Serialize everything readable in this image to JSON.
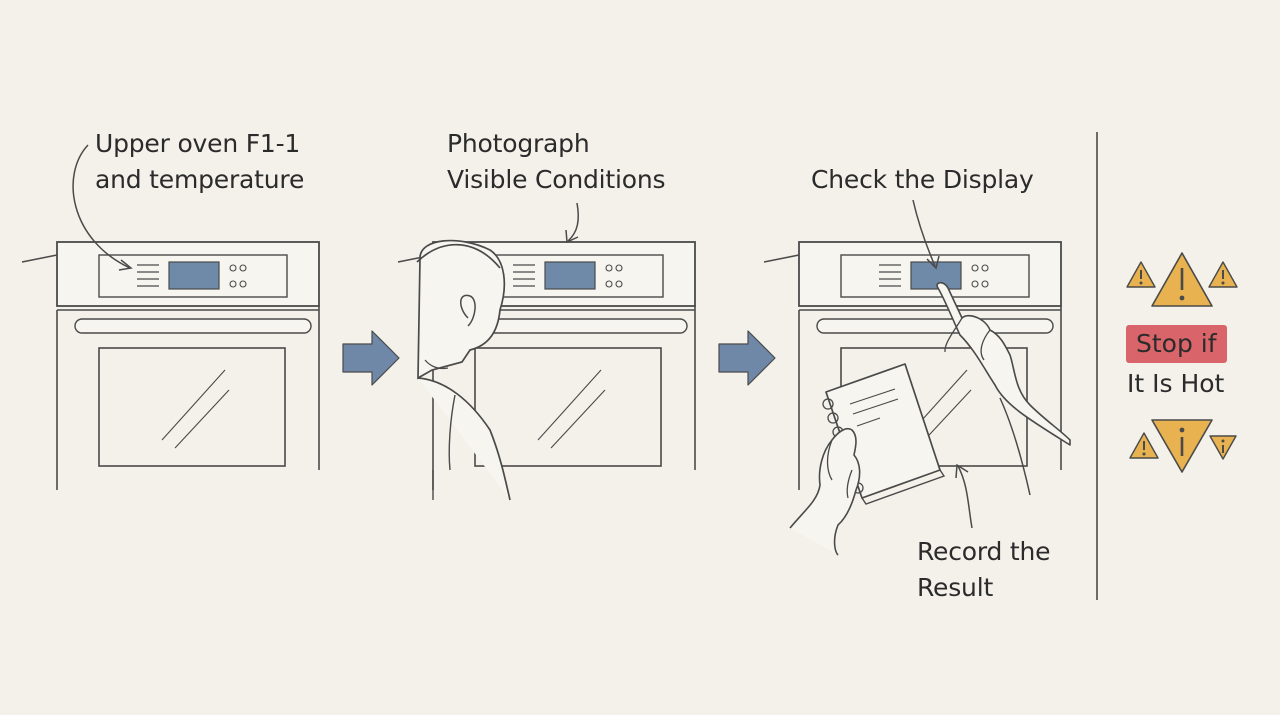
{
  "steps": {
    "upper_oven": {
      "line1": "Upper oven F1-1",
      "line2": "and temperature"
    },
    "photograph": {
      "line1": "Photograph",
      "line2": "Visible Conditions"
    },
    "check_display": {
      "line1": "Check the Display"
    },
    "record": {
      "line1": "Record the",
      "line2": "Result"
    }
  },
  "warning": {
    "line1": "Stop if",
    "line2": "It Is Hot"
  },
  "icons": [
    "arrow-right-icon",
    "arrow-right-icon",
    "warning-triangle-icon",
    "warning-triangle-icon",
    "warning-triangle-icon",
    "info-triangle-icon",
    "warning-triangle-icon",
    "info-triangle-icon"
  ],
  "colors": {
    "background": "#f3f1ea",
    "ink": "#4a4a4a",
    "display_blue": "#6f89a8",
    "arrow_blue": "#6f88a8",
    "warning_amber": "#e7b24f",
    "stop_red": "#d9656a"
  }
}
